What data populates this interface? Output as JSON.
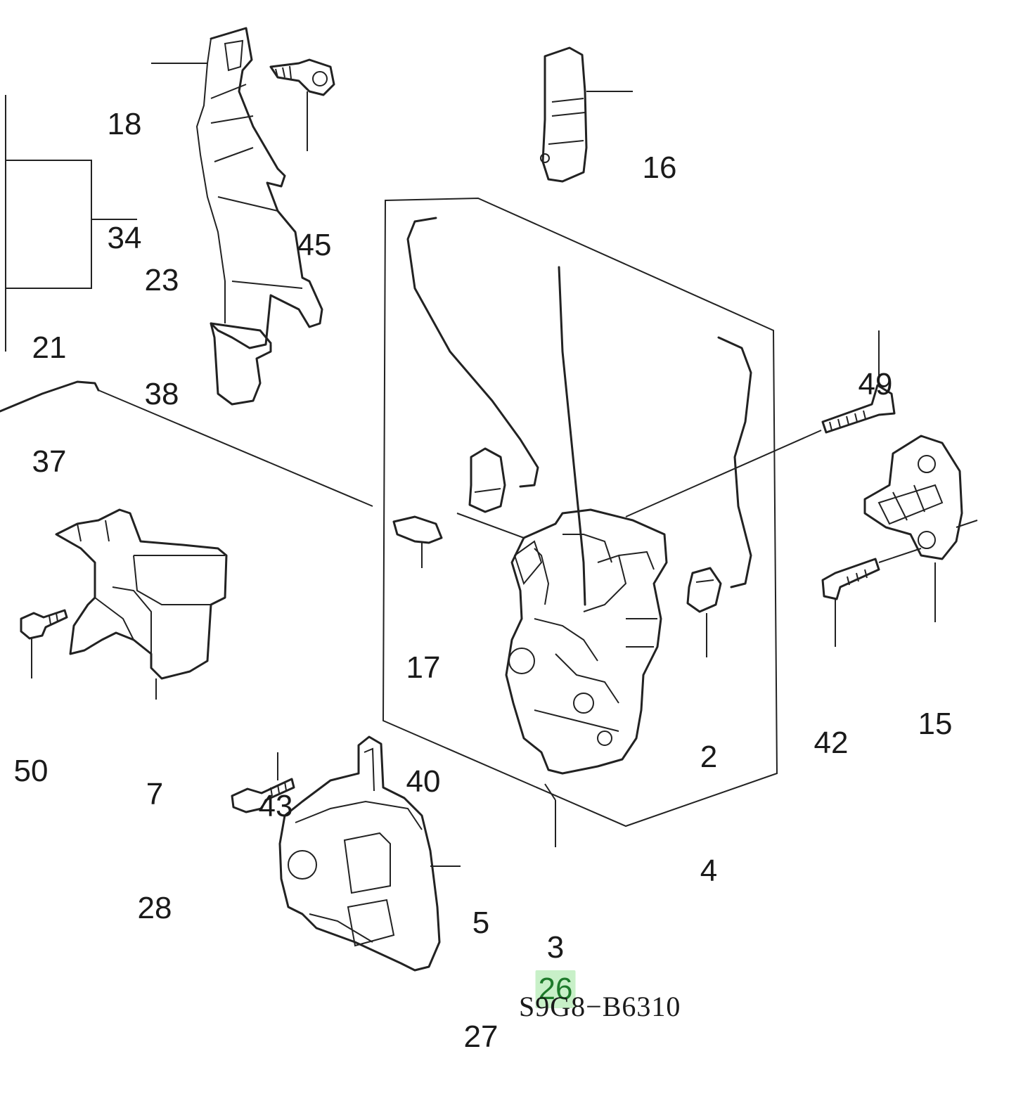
{
  "callouts": [
    {
      "id": "18-34",
      "lines": [
        "18",
        "34"
      ]
    },
    {
      "id": "45",
      "lines": [
        "45"
      ]
    },
    {
      "id": "16",
      "lines": [
        "16"
      ]
    },
    {
      "id": "23-38",
      "lines": [
        "23",
        "38"
      ]
    },
    {
      "id": "21-37",
      "lines": [
        "21",
        "37"
      ]
    },
    {
      "id": "49",
      "lines": [
        "49"
      ]
    },
    {
      "id": "17-40",
      "lines": [
        "17",
        "40"
      ]
    },
    {
      "id": "15",
      "lines": [
        "15"
      ]
    },
    {
      "id": "42",
      "lines": [
        "42"
      ]
    },
    {
      "id": "2-4",
      "lines": [
        "2",
        "4"
      ]
    },
    {
      "id": "50",
      "lines": [
        "50"
      ]
    },
    {
      "id": "7-28",
      "lines": [
        "7",
        "28"
      ]
    },
    {
      "id": "43",
      "lines": [
        "43"
      ]
    },
    {
      "id": "5-27",
      "lines": [
        "5",
        "27"
      ]
    },
    {
      "id": "3",
      "lines": [
        "3"
      ]
    },
    {
      "id": "26",
      "lines": [
        "26"
      ],
      "highlight": true
    }
  ],
  "reference_code": "S9G8−B6310",
  "highlight_color": "#c8f0c8",
  "highlight_text_color": "#1d7a2a"
}
